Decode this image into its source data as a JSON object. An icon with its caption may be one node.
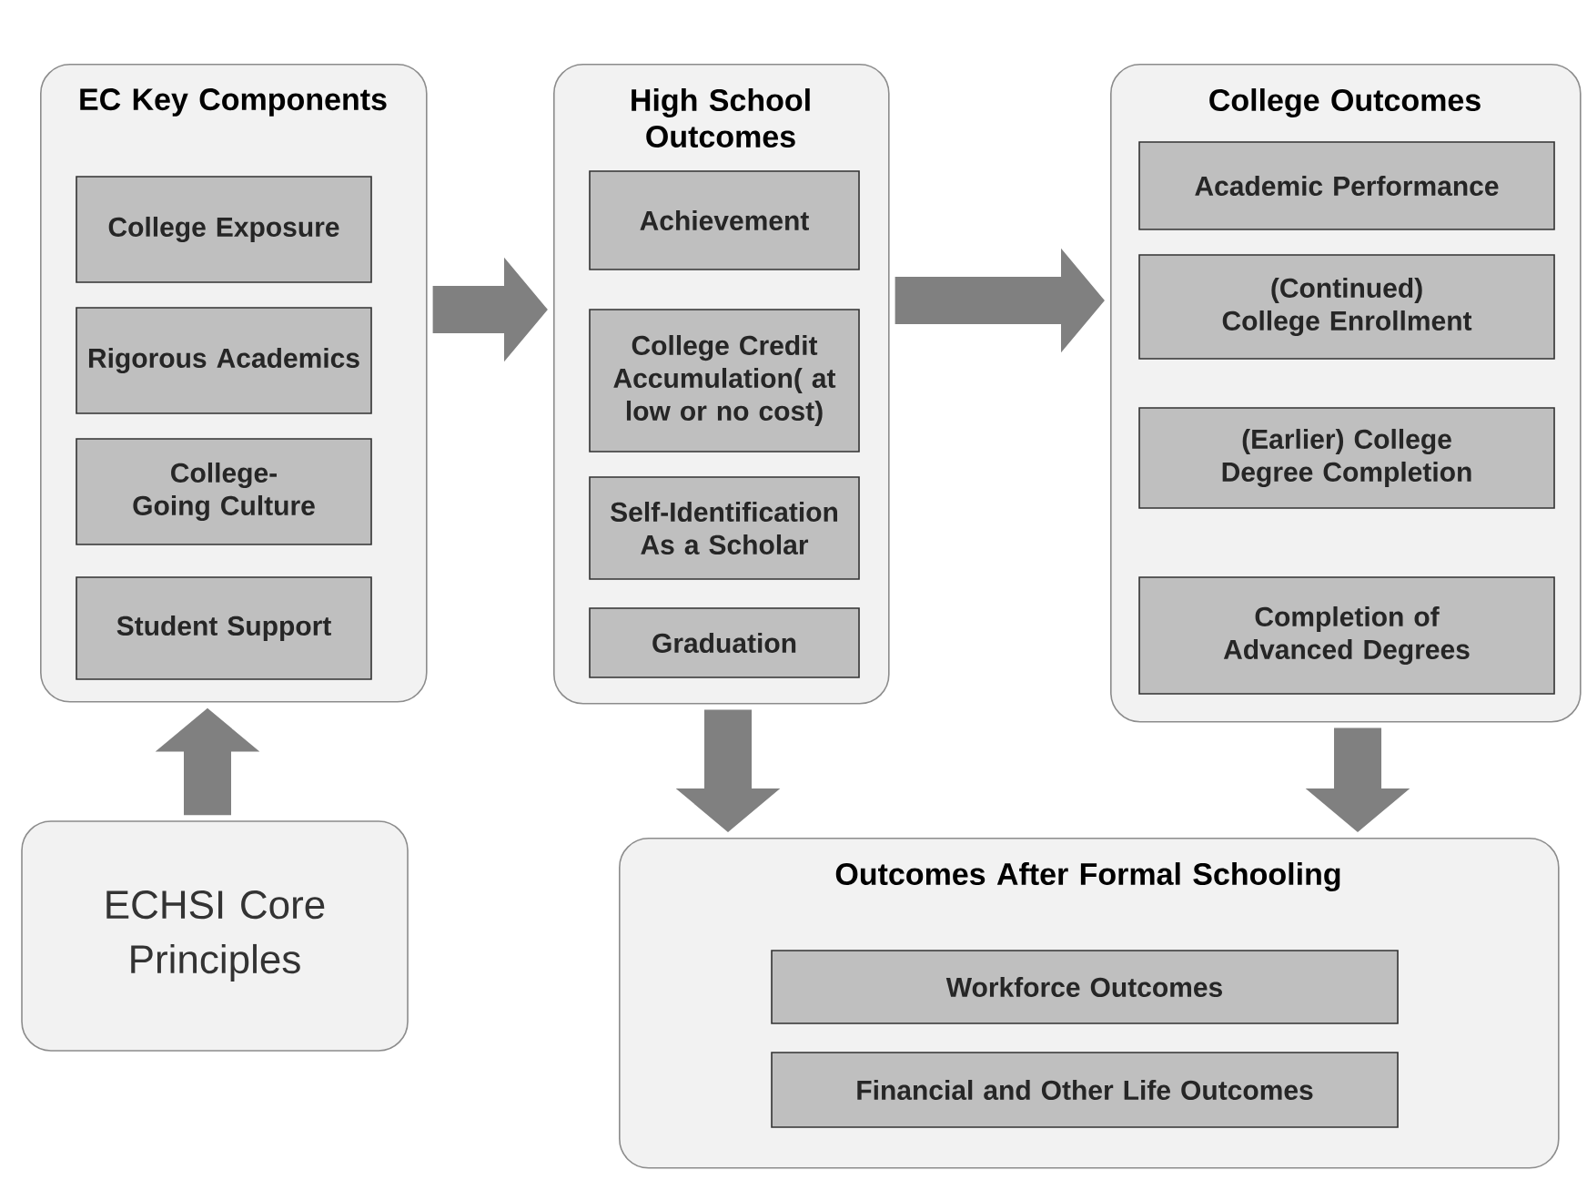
{
  "diagram": {
    "nodes": [
      {
        "text": [
          "EC Key Components"
        ]
      },
      {
        "text": [
          "College Exposure"
        ],
        "in": 0
      },
      {
        "text": [
          "Rigorous Academics"
        ],
        "in": 0
      },
      {
        "text": [
          "College-Going Culture"
        ],
        "in": 0
      },
      {
        "text": [
          "Student Support"
        ],
        "in": 0
      },
      {
        "text": [
          "High School Outcomes"
        ]
      },
      {
        "text": [
          "Achievement"
        ],
        "in": 5
      },
      {
        "text": [
          "College Credit Accumulation( at low or no cost)"
        ],
        "in": 5
      },
      {
        "text": [
          "Self-Identification As a Scholar"
        ],
        "in": 5
      },
      {
        "text": [
          "Graduation"
        ],
        "in": 5
      },
      {
        "text": [
          "College Outcomes"
        ]
      },
      {
        "text": [
          "Academic Performance"
        ],
        "in": 10
      },
      {
        "text": [
          "(Continued) College Enrollment"
        ],
        "in": 10
      },
      {
        "text": [
          "(Earlier) College Degree Completion"
        ],
        "in": 10
      },
      {
        "text": [
          "Completion of Advanced Degrees"
        ],
        "in": 10
      },
      {
        "text": [
          "ECHSI Core Principles"
        ]
      },
      {
        "text": [
          "Outcomes After Formal Schooling"
        ]
      },
      {
        "text": [
          "Workforce Outcomes"
        ],
        "in": 16
      },
      {
        "text": [
          "Financial and Other Life Outcomes"
        ],
        "in": 16
      }
    ],
    "edges": [
      {
        "from": 15,
        "to": 0,
        "arrow": "to"
      },
      {
        "from": 0,
        "to": 5,
        "arrow": "to"
      },
      {
        "from": 5,
        "to": 10,
        "arrow": "to"
      },
      {
        "from": 5,
        "to": 16,
        "arrow": "to"
      },
      {
        "from": 10,
        "to": 16,
        "arrow": "to"
      }
    ]
  }
}
